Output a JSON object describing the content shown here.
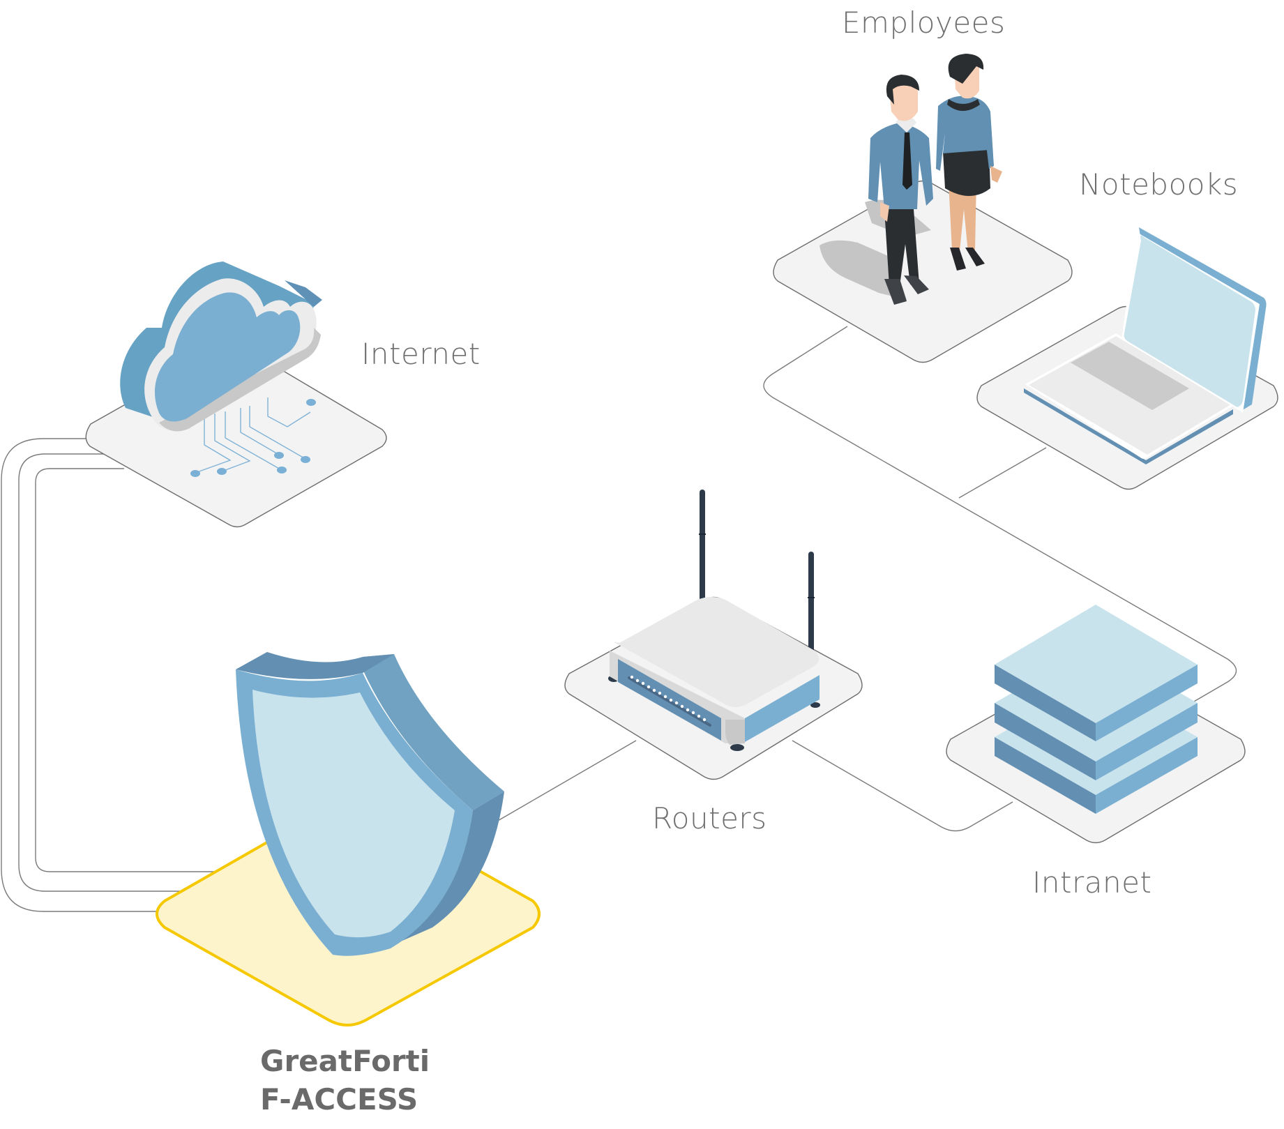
{
  "diagram": {
    "nodes": {
      "internet": {
        "label": "Internet",
        "icon": "cloud-icon"
      },
      "firewall": {
        "label_line1": "GreatForti",
        "label_line2": "F-ACCESS",
        "icon": "shield-icon"
      },
      "routers": {
        "label": "Routers",
        "icon": "router-icon"
      },
      "intranet": {
        "label": "Intranet",
        "icon": "server-stack-icon"
      },
      "employees": {
        "label": "Employees",
        "icon": "people-icon"
      },
      "notebooks": {
        "label": "Notebooks",
        "icon": "laptop-icon"
      }
    },
    "connections": [
      {
        "from": "internet",
        "to": "firewall",
        "lines": 3
      },
      {
        "from": "firewall",
        "to": "routers"
      },
      {
        "from": "routers",
        "to": "intranet"
      },
      {
        "from": "intranet",
        "to": "employees"
      },
      {
        "from": "employees",
        "to": "notebooks"
      }
    ],
    "colors": {
      "accent_yellow": "#f5c800",
      "highlight_fill": "#fdf4cc",
      "blue_light": "#c9e3ed",
      "blue_mid": "#7aafd1",
      "blue_dark": "#628fb2",
      "plate": "#f3f3f3",
      "text": "#6f6f6f"
    }
  }
}
